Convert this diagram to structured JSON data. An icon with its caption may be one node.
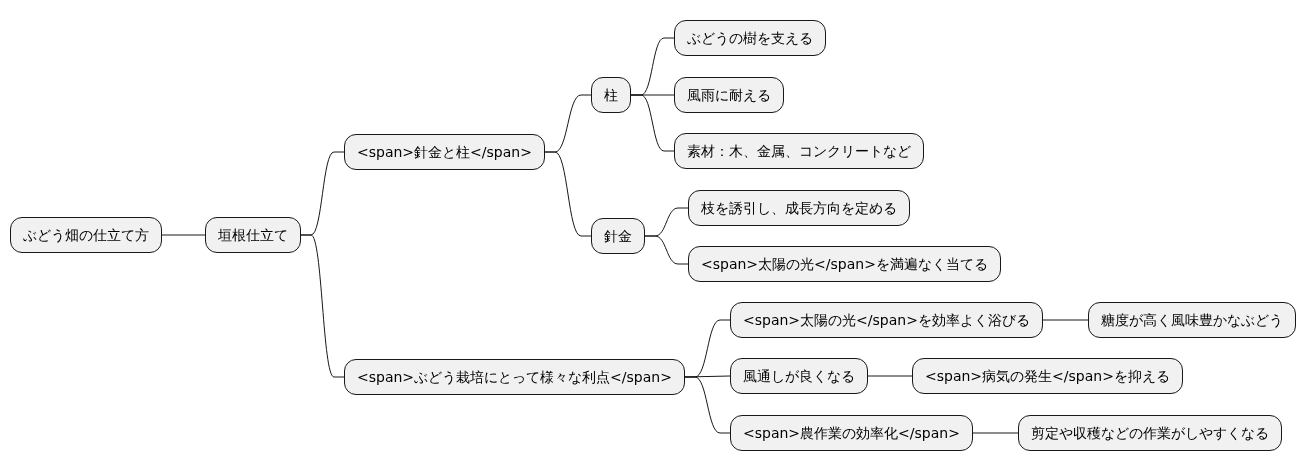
{
  "diagram": {
    "nodes": [
      {
        "text": [
          "ぶどう畑の仕立て方"
        ]
      },
      {
        "text": [
          "垣根仕立て"
        ]
      },
      {
        "text": [
          "<span>針金と柱</span>"
        ]
      },
      {
        "text": [
          "柱"
        ]
      },
      {
        "text": [
          "ぶどうの樹を支える"
        ]
      },
      {
        "text": [
          "風雨に耐える"
        ]
      },
      {
        "text": [
          "素材：木、金属、コンクリートなど"
        ]
      },
      {
        "text": [
          "針金"
        ]
      },
      {
        "text": [
          "枝を誘引し、成長方向を定める"
        ]
      },
      {
        "text": [
          "<span>太陽の光</span>を満遍なく当てる"
        ]
      },
      {
        "text": [
          "<span>ぶどう栽培にとって様々な利点</span>"
        ]
      },
      {
        "text": [
          "<span>太陽の光</span>を効率よく浴びる"
        ]
      },
      {
        "text": [
          "糖度が高く風味豊かなぶどう"
        ]
      },
      {
        "text": [
          "風通しが良くなる"
        ]
      },
      {
        "text": [
          "<span>病気の発生</span>を抑える"
        ]
      },
      {
        "text": [
          "<span>農作業の効率化</span>"
        ]
      },
      {
        "text": [
          "剪定や収穫などの作業がしやすくなる"
        ]
      }
    ],
    "edges": [
      {
        "from": 0,
        "to": 1,
        "arrow": "none"
      },
      {
        "from": 1,
        "to": 2,
        "arrow": "none"
      },
      {
        "from": 2,
        "to": 3,
        "arrow": "none"
      },
      {
        "from": 3,
        "to": 4,
        "arrow": "none"
      },
      {
        "from": 3,
        "to": 5,
        "arrow": "none"
      },
      {
        "from": 3,
        "to": 6,
        "arrow": "none"
      },
      {
        "from": 2,
        "to": 7,
        "arrow": "none"
      },
      {
        "from": 7,
        "to": 8,
        "arrow": "none"
      },
      {
        "from": 7,
        "to": 9,
        "arrow": "none"
      },
      {
        "from": 1,
        "to": 10,
        "arrow": "none"
      },
      {
        "from": 10,
        "to": 11,
        "arrow": "none"
      },
      {
        "from": 11,
        "to": 12,
        "arrow": "none"
      },
      {
        "from": 10,
        "to": 13,
        "arrow": "none"
      },
      {
        "from": 13,
        "to": 14,
        "arrow": "none"
      },
      {
        "from": 10,
        "to": 15,
        "arrow": "none"
      },
      {
        "from": 15,
        "to": 16,
        "arrow": "none"
      }
    ]
  }
}
